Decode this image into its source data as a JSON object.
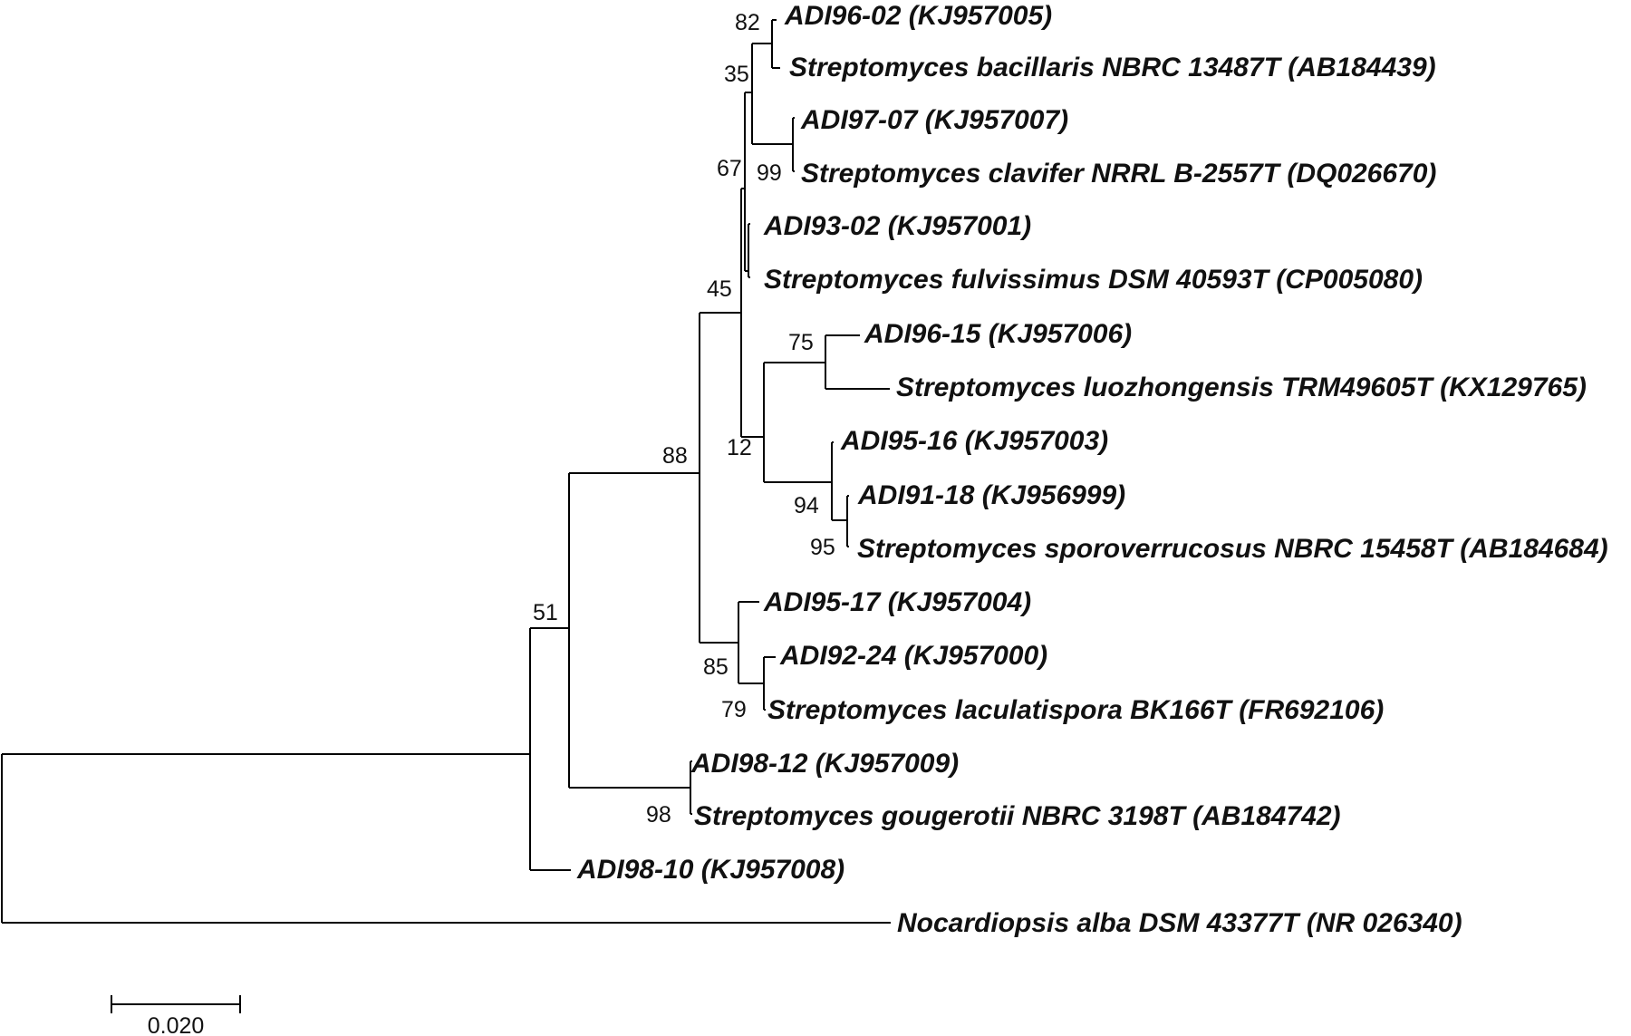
{
  "tree": {
    "leaves": [
      {
        "id": "l1",
        "label": "ADI96-02 (KJ957005)"
      },
      {
        "id": "l2",
        "label": "Streptomyces bacillaris NBRC 13487T (AB184439)"
      },
      {
        "id": "l3",
        "label": "ADI97-07 (KJ957007)"
      },
      {
        "id": "l4",
        "label": "Streptomyces clavifer NRRL B-2557T (DQ026670)"
      },
      {
        "id": "l5",
        "label": "ADI93-02 (KJ957001)"
      },
      {
        "id": "l6",
        "label": "Streptomyces fulvissimus DSM 40593T (CP005080)"
      },
      {
        "id": "l7",
        "label": "ADI96-15 (KJ957006)"
      },
      {
        "id": "l8",
        "label": "Streptomyces luozhongensis TRM49605T (KX129765)"
      },
      {
        "id": "l9",
        "label": "ADI95-16 (KJ957003)"
      },
      {
        "id": "l10",
        "label": "ADI91-18 (KJ956999)"
      },
      {
        "id": "l11",
        "label": "Streptomyces sporoverrucosus NBRC 15458T (AB184684)"
      },
      {
        "id": "l12",
        "label": "ADI95-17 (KJ957004)"
      },
      {
        "id": "l13",
        "label": "ADI92-24 (KJ957000)"
      },
      {
        "id": "l14",
        "label": "Streptomyces laculatispora BK166T (FR692106)"
      },
      {
        "id": "l15",
        "label": "ADI98-12 (KJ957009)"
      },
      {
        "id": "l16",
        "label": "Streptomyces gougerotii NBRC 3198T (AB184742)"
      },
      {
        "id": "l17",
        "label": "ADI98-10 (KJ957008)"
      },
      {
        "id": "l18",
        "label": "Nocardiopsis alba DSM 43377T (NR 026340)"
      }
    ],
    "bootstrap_values": [
      "82",
      "35",
      "99",
      "67",
      "45",
      "75",
      "12",
      "94",
      "95",
      "88",
      "85",
      "79",
      "98",
      "51"
    ]
  },
  "scale_bar": {
    "label": "0.020"
  }
}
